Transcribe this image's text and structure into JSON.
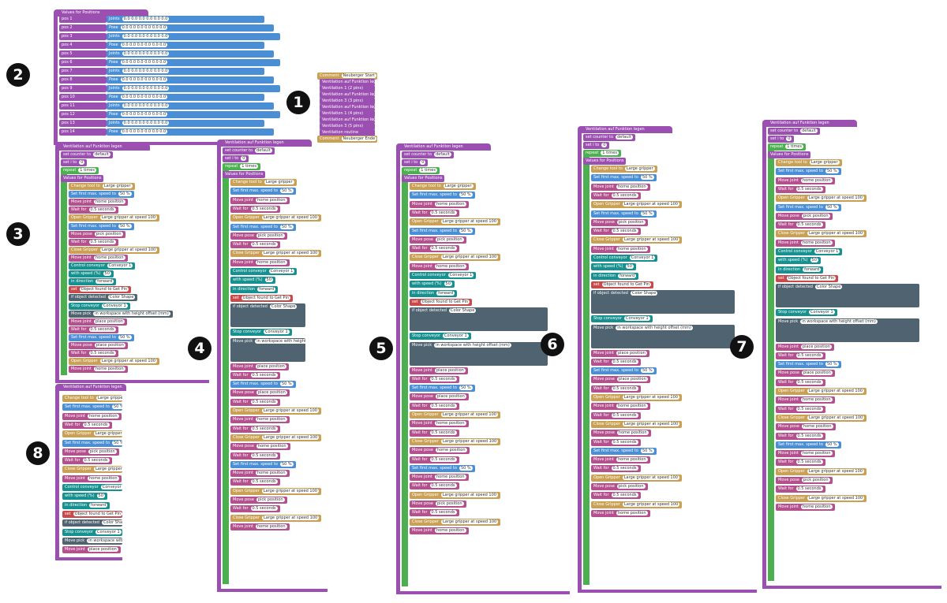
{
  "colors": {
    "func": "#9b4fb0",
    "loop": "#4caf50",
    "tool": "#c9a054",
    "speed": "#4a8fd6",
    "move": "#b4508e",
    "wait": "#b4508e",
    "conv": "#17918f",
    "cam": "#4f6470",
    "red": "#c94a4a",
    "pos": "#4a8fd6"
  },
  "badges": [
    "1",
    "2",
    "3",
    "4",
    "5",
    "6",
    "7",
    "8"
  ],
  "panel1": {
    "rows": [
      [
        "tool",
        "Comment",
        "Neuberger Start"
      ],
      [
        "func",
        "Ventilation auf Funktion legen",
        ""
      ],
      [
        "func",
        "Ventilation 1 (2 pins)",
        ""
      ],
      [
        "func",
        "Ventilation auf Funktion legen",
        ""
      ],
      [
        "func",
        "Ventilation 3 (3 pins)",
        ""
      ],
      [
        "func",
        "Ventilation auf Funktion legen",
        ""
      ],
      [
        "func",
        "Ventilation 1 (4 pins)",
        ""
      ],
      [
        "func",
        "Ventilation auf Funktion legen",
        ""
      ],
      [
        "func",
        "Ventilation 3 (5 pins)",
        ""
      ],
      [
        "func",
        "Ventilation routine",
        ""
      ],
      [
        "tool",
        "Comment",
        "Neuberger Ende"
      ]
    ]
  },
  "panel2": {
    "title": "Values for Positions",
    "rows": [
      [
        "pos",
        "Joints",
        "0.0 0.0 0.0 0.0 0.0 0.0"
      ],
      [
        "pos",
        "Pose",
        "0.0 0.0 0.0 0.0 0.0 0.0"
      ],
      [
        "pos",
        "Joints",
        "0.0 0.0 0.0 0.0 0.0 0.0"
      ],
      [
        "pos",
        "Pose",
        "0.0 0.0 0.0 0.0 0.0 0.0"
      ],
      [
        "pos",
        "Joints",
        "0.0 0.0 0.0 0.0 0.0 0.0"
      ],
      [
        "pos",
        "Pose",
        "0.0 0.0 0.0 0.0 0.0 0.0"
      ],
      [
        "pos",
        "Joints",
        "0.0 0.0 0.0 0.0 0.0 0.0"
      ],
      [
        "pos",
        "Pose",
        "0.0 0.0 0.0 0.0 0.0 0.0"
      ],
      [
        "pos",
        "Joints",
        "0.0 0.0 0.0 0.0 0.0 0.0"
      ],
      [
        "pos",
        "Pose",
        "0.0 0.0 0.0 0.0 0.0 0.0"
      ],
      [
        "pos",
        "Joints",
        "0.0 0.0 0.0 0.0 0.0 0.0"
      ],
      [
        "pos",
        "Pose",
        "0.0 0.0 0.0 0.0 0.0 0.0"
      ],
      [
        "pos",
        "Joints",
        "0.0 0.0 0.0 0.0 0.0 0.0"
      ],
      [
        "pos",
        "Pose",
        "0.0 0.0 0.0 0.0 0.0 0.0"
      ]
    ]
  },
  "program": {
    "title": "Ventilation auf Funktion legen",
    "header": [
      [
        "func",
        "set counter to",
        "default"
      ],
      [
        "func",
        "set i to",
        "0"
      ],
      [
        "loop",
        "repeat",
        "1 times"
      ],
      [
        "func",
        "Values for Positions",
        ""
      ]
    ],
    "rows": [
      [
        "tool",
        "Change tool to",
        "Large gripper"
      ],
      [
        "speed",
        "Set first max. speed to",
        "50 %"
      ],
      [
        "move",
        "Move joint",
        "home position"
      ],
      [
        "wait",
        "Wait for",
        "0.5 seconds"
      ],
      [
        "tool",
        "Open Gripper",
        "Large gripper at speed 100"
      ],
      [
        "speed",
        "Set first max. speed to",
        "50 %"
      ],
      [
        "move",
        "Move pose",
        "pick position"
      ],
      [
        "wait",
        "Wait for",
        "0.5 seconds"
      ],
      [
        "tool",
        "Close Gripper",
        "Large gripper at speed 100"
      ],
      [
        "move",
        "Move joint",
        "home position"
      ],
      [
        "conv",
        "Control conveyor",
        "Conveyor 1"
      ],
      [
        "conv",
        "with speed (%)",
        "50"
      ],
      [
        "conv",
        "in direction",
        "forward"
      ],
      [
        "red",
        "set",
        "Object found to  Get Pin"
      ],
      [
        "cam",
        "if object detected",
        "Color  Shape"
      ],
      [
        "conv",
        "Stop conveyor",
        "Conveyor 1"
      ],
      [
        "cam",
        "Move pick",
        "in workspace with height offset (mm)"
      ],
      [
        "move",
        "Move joint",
        "place position"
      ],
      [
        "wait",
        "Wait for",
        "0.5 seconds"
      ],
      [
        "speed",
        "Set first max. speed to",
        "50 %"
      ],
      [
        "move",
        "Move pose",
        "place position"
      ],
      [
        "wait",
        "Wait for",
        "0.5 seconds"
      ],
      [
        "tool",
        "Open Gripper",
        "Large gripper at speed 100"
      ],
      [
        "move",
        "Move joint",
        "home position"
      ],
      [
        "wait",
        "Wait for",
        "0.5 seconds"
      ],
      [
        "tool",
        "Close Gripper",
        "Large gripper at speed 100"
      ],
      [
        "move",
        "Move pose",
        "home position"
      ],
      [
        "wait",
        "Wait for",
        "0.5 seconds"
      ],
      [
        "speed",
        "Set first max. speed to",
        "50 %"
      ],
      [
        "move",
        "Move joint",
        "home position"
      ],
      [
        "wait",
        "Wait for",
        "0.5 seconds"
      ],
      [
        "tool",
        "Open Gripper",
        "Large gripper at speed 100"
      ],
      [
        "move",
        "Move pose",
        "pick position"
      ],
      [
        "wait",
        "Wait for",
        "0.5 seconds"
      ],
      [
        "tool",
        "Close Gripper",
        "Large gripper at speed 100"
      ],
      [
        "move",
        "Move joint",
        "home position"
      ]
    ]
  }
}
